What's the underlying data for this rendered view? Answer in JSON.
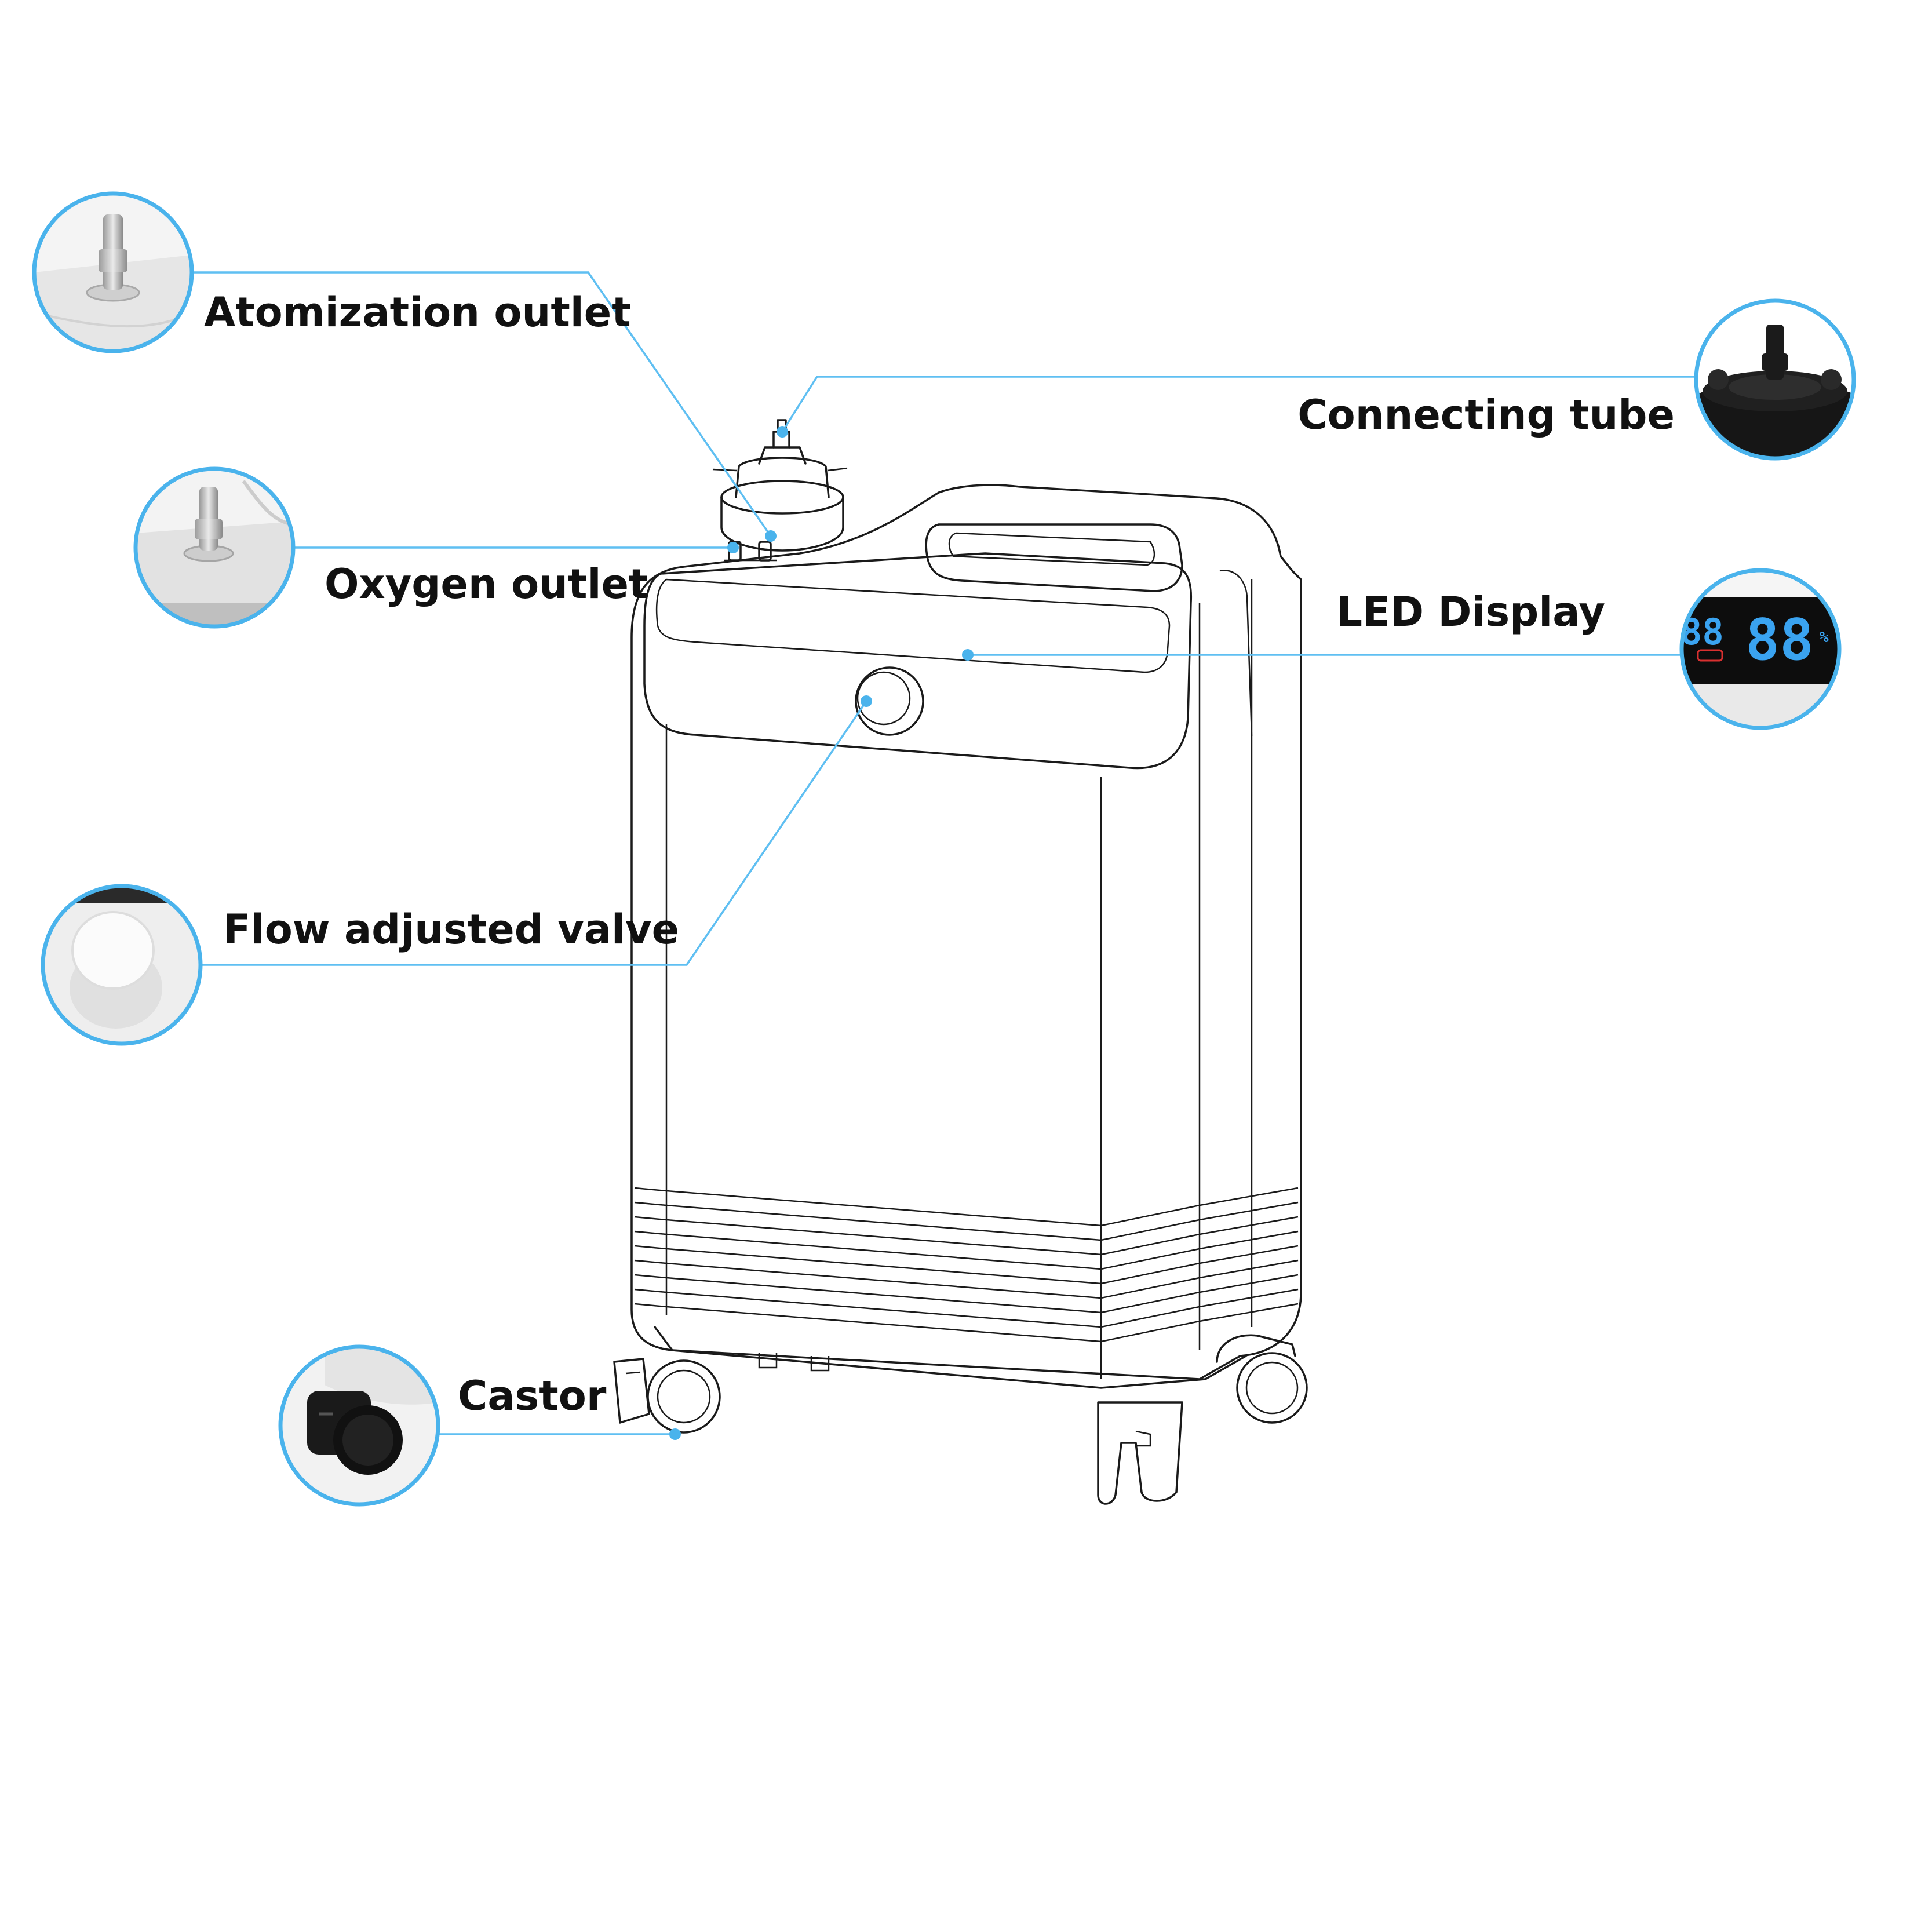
{
  "colors": {
    "accent": "#4ab3ec",
    "line": "#5fbff2",
    "outline": "#1a1a1a",
    "led_digits": "#3aa3f0",
    "led_background": "#0d0d0d",
    "led_indicator": "#d93030"
  },
  "labels": {
    "atomization_outlet": "Atomization outlet",
    "connecting_tube": "Connecting tube",
    "oxygen_outlet": "Oxygen outlet",
    "led_display": "LED Display",
    "flow_adjusted_valve": "Flow adjusted valve",
    "castor": "Castor"
  },
  "led_readout": {
    "digits_left": "88",
    "digits_right": "88",
    "unit": "%"
  }
}
